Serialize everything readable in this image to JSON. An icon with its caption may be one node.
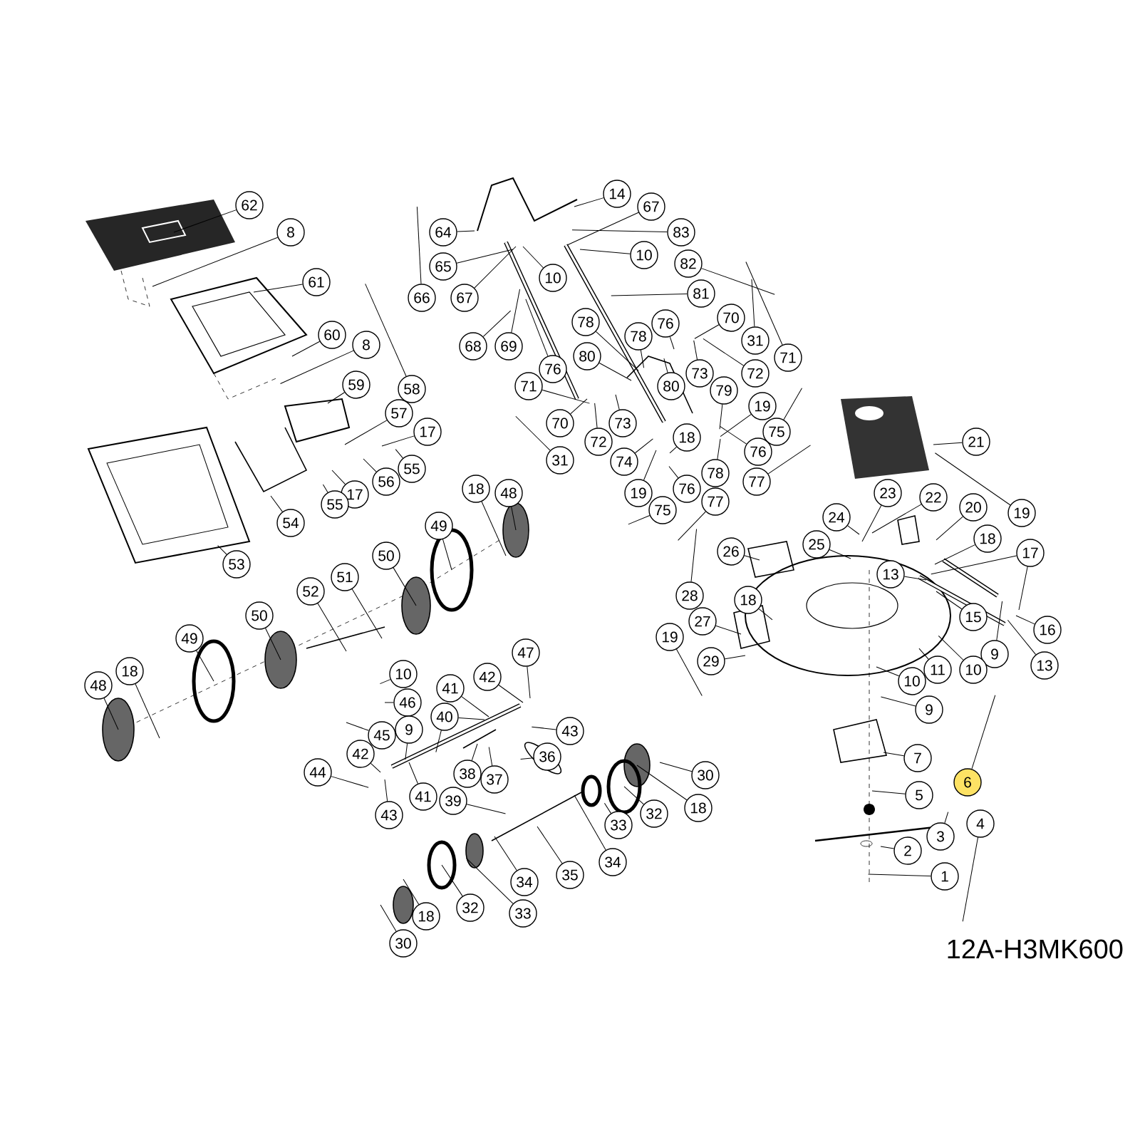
{
  "diagram": {
    "nodes": [
      {
        "text": [
          "62"
        ]
      },
      {
        "text": [
          "8"
        ]
      },
      {
        "text": [
          "14"
        ]
      },
      {
        "text": [
          "67"
        ]
      },
      {
        "text": [
          "83"
        ]
      },
      {
        "text": [
          "10"
        ]
      },
      {
        "text": [
          "64"
        ]
      },
      {
        "text": [
          "65"
        ]
      },
      {
        "text": [
          "66"
        ]
      },
      {
        "text": [
          "67"
        ]
      },
      {
        "text": [
          "10"
        ]
      },
      {
        "text": [
          "61"
        ]
      },
      {
        "text": [
          "82"
        ]
      },
      {
        "text": [
          "81"
        ]
      },
      {
        "text": [
          "78"
        ]
      },
      {
        "text": [
          "70"
        ]
      },
      {
        "text": [
          "76"
        ]
      },
      {
        "text": [
          "60"
        ]
      },
      {
        "text": [
          "78"
        ]
      },
      {
        "text": [
          "31"
        ]
      },
      {
        "text": [
          "8"
        ]
      },
      {
        "text": [
          "68"
        ]
      },
      {
        "text": [
          "69"
        ]
      },
      {
        "text": [
          "80"
        ]
      },
      {
        "text": [
          "71"
        ]
      },
      {
        "text": [
          "76"
        ]
      },
      {
        "text": [
          "73"
        ]
      },
      {
        "text": [
          "72"
        ]
      },
      {
        "text": [
          "59"
        ]
      },
      {
        "text": [
          "58"
        ]
      },
      {
        "text": [
          "80"
        ]
      },
      {
        "text": [
          "71"
        ]
      },
      {
        "text": [
          "79"
        ]
      },
      {
        "text": [
          "19"
        ]
      },
      {
        "text": [
          "57"
        ]
      },
      {
        "text": [
          "70"
        ]
      },
      {
        "text": [
          "73"
        ]
      },
      {
        "text": [
          "17"
        ]
      },
      {
        "text": [
          "75"
        ]
      },
      {
        "text": [
          "18"
        ]
      },
      {
        "text": [
          "72"
        ]
      },
      {
        "text": [
          "21"
        ]
      },
      {
        "text": [
          "76"
        ]
      },
      {
        "text": [
          "31"
        ]
      },
      {
        "text": [
          "74"
        ]
      },
      {
        "text": [
          "55"
        ]
      },
      {
        "text": [
          "78"
        ]
      },
      {
        "text": [
          "56"
        ]
      },
      {
        "text": [
          "77"
        ]
      },
      {
        "text": [
          "76"
        ]
      },
      {
        "text": [
          "18"
        ]
      },
      {
        "text": [
          "23"
        ]
      },
      {
        "text": [
          "17"
        ]
      },
      {
        "text": [
          "19"
        ]
      },
      {
        "text": [
          "48"
        ]
      },
      {
        "text": [
          "22"
        ]
      },
      {
        "text": [
          "77"
        ]
      },
      {
        "text": [
          "55"
        ]
      },
      {
        "text": [
          "20"
        ]
      },
      {
        "text": [
          "75"
        ]
      },
      {
        "text": [
          "19"
        ]
      },
      {
        "text": [
          "24"
        ]
      },
      {
        "text": [
          "54"
        ]
      },
      {
        "text": [
          "49"
        ]
      },
      {
        "text": [
          "18"
        ]
      },
      {
        "text": [
          "25"
        ]
      },
      {
        "text": [
          "26"
        ]
      },
      {
        "text": [
          "17"
        ]
      },
      {
        "text": [
          "50"
        ]
      },
      {
        "text": [
          "53"
        ]
      },
      {
        "text": [
          "13"
        ]
      },
      {
        "text": [
          "51"
        ]
      },
      {
        "text": [
          "52"
        ]
      },
      {
        "text": [
          "28"
        ]
      },
      {
        "text": [
          "18"
        ]
      },
      {
        "text": [
          "50"
        ]
      },
      {
        "text": [
          "15"
        ]
      },
      {
        "text": [
          "27"
        ]
      },
      {
        "text": [
          "16"
        ]
      },
      {
        "text": [
          "19"
        ]
      },
      {
        "text": [
          "49"
        ]
      },
      {
        "text": [
          "9"
        ]
      },
      {
        "text": [
          "47"
        ]
      },
      {
        "text": [
          "29"
        ]
      },
      {
        "text": [
          "13"
        ]
      },
      {
        "text": [
          "10"
        ]
      },
      {
        "text": [
          "11"
        ]
      },
      {
        "text": [
          "18"
        ]
      },
      {
        "text": [
          "10"
        ]
      },
      {
        "text": [
          "42"
        ]
      },
      {
        "text": [
          "10"
        ]
      },
      {
        "text": [
          "48"
        ]
      },
      {
        "text": [
          "41"
        ]
      },
      {
        "text": [
          "46"
        ]
      },
      {
        "text": [
          "9"
        ]
      },
      {
        "text": [
          "40"
        ]
      },
      {
        "text": [
          "9"
        ]
      },
      {
        "text": [
          "43"
        ]
      },
      {
        "text": [
          "45"
        ]
      },
      {
        "text": [
          "42"
        ]
      },
      {
        "text": [
          "7"
        ]
      },
      {
        "text": [
          "36"
        ]
      },
      {
        "text": [
          "44"
        ]
      },
      {
        "text": [
          "38"
        ]
      },
      {
        "text": [
          "30"
        ]
      },
      {
        "text": [
          "37"
        ]
      },
      {
        "text": [
          "6"
        ]
      },
      {
        "text": [
          "5"
        ]
      },
      {
        "text": [
          "41"
        ]
      },
      {
        "text": [
          "39"
        ]
      },
      {
        "text": [
          "18"
        ]
      },
      {
        "text": [
          "32"
        ]
      },
      {
        "text": [
          "43"
        ]
      },
      {
        "text": [
          "4"
        ]
      },
      {
        "text": [
          "33"
        ]
      },
      {
        "text": [
          "3"
        ]
      },
      {
        "text": [
          "2"
        ]
      },
      {
        "text": [
          "34"
        ]
      },
      {
        "text": [
          "35"
        ]
      },
      {
        "text": [
          "1"
        ]
      },
      {
        "text": [
          "34"
        ]
      },
      {
        "text": [
          "32"
        ]
      },
      {
        "text": [
          "33"
        ]
      },
      {
        "text": [
          "18"
        ]
      },
      {
        "text": [
          "30"
        ]
      }
    ],
    "edges": [
      {
        "from": 0,
        "to": null,
        "arrow": "none"
      },
      {
        "from": 1,
        "to": null,
        "arrow": "none"
      },
      {
        "from": 2,
        "to": null,
        "arrow": "none"
      },
      {
        "from": 3,
        "to": null,
        "arrow": "none"
      },
      {
        "from": 4,
        "to": null,
        "arrow": "none"
      },
      {
        "from": 5,
        "to": null,
        "arrow": "none"
      },
      {
        "from": 6,
        "to": null,
        "arrow": "none"
      },
      {
        "from": 7,
        "to": null,
        "arrow": "none"
      },
      {
        "from": 8,
        "to": null,
        "arrow": "none"
      },
      {
        "from": 9,
        "to": null,
        "arrow": "none"
      },
      {
        "from": 10,
        "to": null,
        "arrow": "none"
      },
      {
        "from": 11,
        "to": null,
        "arrow": "none"
      },
      {
        "from": 12,
        "to": null,
        "arrow": "none"
      },
      {
        "from": 13,
        "to": null,
        "arrow": "none"
      },
      {
        "from": 14,
        "to": null,
        "arrow": "none"
      },
      {
        "from": 15,
        "to": null,
        "arrow": "none"
      },
      {
        "from": 16,
        "to": null,
        "arrow": "none"
      },
      {
        "from": 17,
        "to": null,
        "arrow": "none"
      },
      {
        "from": 18,
        "to": null,
        "arrow": "none"
      },
      {
        "from": 19,
        "to": null,
        "arrow": "none"
      },
      {
        "from": 20,
        "to": null,
        "arrow": "none"
      },
      {
        "from": 21,
        "to": null,
        "arrow": "none"
      },
      {
        "from": 22,
        "to": null,
        "arrow": "none"
      },
      {
        "from": 23,
        "to": null,
        "arrow": "none"
      },
      {
        "from": 24,
        "to": null,
        "arrow": "none"
      },
      {
        "from": 25,
        "to": null,
        "arrow": "none"
      },
      {
        "from": 26,
        "to": null,
        "arrow": "none"
      },
      {
        "from": 27,
        "to": null,
        "arrow": "none"
      },
      {
        "from": 28,
        "to": null,
        "arrow": "none"
      },
      {
        "from": 29,
        "to": null,
        "arrow": "none"
      },
      {
        "from": 30,
        "to": null,
        "arrow": "none"
      },
      {
        "from": 31,
        "to": null,
        "arrow": "none"
      },
      {
        "from": 32,
        "to": null,
        "arrow": "none"
      },
      {
        "from": 33,
        "to": null,
        "arrow": "none"
      },
      {
        "from": 34,
        "to": null,
        "arrow": "none"
      },
      {
        "from": 35,
        "to": null,
        "arrow": "none"
      },
      {
        "from": 36,
        "to": null,
        "arrow": "none"
      },
      {
        "from": 37,
        "to": null,
        "arrow": "none"
      },
      {
        "from": 38,
        "to": null,
        "arrow": "none"
      },
      {
        "from": 39,
        "to": null,
        "arrow": "none"
      },
      {
        "from": 40,
        "to": null,
        "arrow": "none"
      },
      {
        "from": 41,
        "to": null,
        "arrow": "none"
      },
      {
        "from": 42,
        "to": null,
        "arrow": "none"
      },
      {
        "from": 43,
        "to": null,
        "arrow": "none"
      },
      {
        "from": 44,
        "to": null,
        "arrow": "none"
      },
      {
        "from": 45,
        "to": null,
        "arrow": "none"
      },
      {
        "from": 46,
        "to": null,
        "arrow": "none"
      },
      {
        "from": 47,
        "to": null,
        "arrow": "none"
      },
      {
        "from": 48,
        "to": null,
        "arrow": "none"
      },
      {
        "from": 49,
        "to": null,
        "arrow": "none"
      },
      {
        "from": 50,
        "to": null,
        "arrow": "none"
      },
      {
        "from": 51,
        "to": null,
        "arrow": "none"
      },
      {
        "from": 52,
        "to": null,
        "arrow": "none"
      },
      {
        "from": 53,
        "to": null,
        "arrow": "none"
      },
      {
        "from": 54,
        "to": null,
        "arrow": "none"
      },
      {
        "from": 55,
        "to": null,
        "arrow": "none"
      },
      {
        "from": 56,
        "to": null,
        "arrow": "none"
      },
      {
        "from": 57,
        "to": null,
        "arrow": "none"
      },
      {
        "from": 58,
        "to": null,
        "arrow": "none"
      },
      {
        "from": 59,
        "to": null,
        "arrow": "none"
      },
      {
        "from": 60,
        "to": null,
        "arrow": "none"
      },
      {
        "from": 61,
        "to": null,
        "arrow": "none"
      },
      {
        "from": 62,
        "to": null,
        "arrow": "none"
      },
      {
        "from": 63,
        "to": null,
        "arrow": "none"
      },
      {
        "from": 64,
        "to": null,
        "arrow": "none"
      },
      {
        "from": 65,
        "to": null,
        "arrow": "none"
      },
      {
        "from": 66,
        "to": null,
        "arrow": "none"
      },
      {
        "from": 67,
        "to": null,
        "arrow": "none"
      },
      {
        "from": 67,
        "to": null,
        "arrow": "none"
      },
      {
        "from": 68,
        "to": null,
        "arrow": "none"
      },
      {
        "from": 69,
        "to": null,
        "arrow": "none"
      },
      {
        "from": 70,
        "to": null,
        "arrow": "none"
      },
      {
        "from": 71,
        "to": null,
        "arrow": "none"
      },
      {
        "from": 72,
        "to": null,
        "arrow": "none"
      },
      {
        "from": 73,
        "to": null,
        "arrow": "none"
      },
      {
        "from": 74,
        "to": null,
        "arrow": "none"
      },
      {
        "from": 75,
        "to": null,
        "arrow": "none"
      },
      {
        "from": 76,
        "to": null,
        "arrow": "none"
      },
      {
        "from": 77,
        "to": null,
        "arrow": "none"
      },
      {
        "from": 78,
        "to": null,
        "arrow": "none"
      },
      {
        "from": 79,
        "to": null,
        "arrow": "none"
      },
      {
        "from": 80,
        "to": null,
        "arrow": "none"
      },
      {
        "from": 81,
        "to": null,
        "arrow": "none"
      },
      {
        "from": 82,
        "to": null,
        "arrow": "none"
      },
      {
        "from": 83,
        "to": null,
        "arrow": "none"
      },
      {
        "from": 84,
        "to": null,
        "arrow": "none"
      },
      {
        "from": 85,
        "to": null,
        "arrow": "none"
      },
      {
        "from": 86,
        "to": null,
        "arrow": "none"
      },
      {
        "from": 87,
        "to": null,
        "arrow": "none"
      },
      {
        "from": 88,
        "to": null,
        "arrow": "none"
      },
      {
        "from": 89,
        "to": null,
        "arrow": "none"
      },
      {
        "from": 90,
        "to": null,
        "arrow": "none"
      },
      {
        "from": 91,
        "to": null,
        "arrow": "none"
      },
      {
        "from": 92,
        "to": null,
        "arrow": "none"
      },
      {
        "from": 93,
        "to": null,
        "arrow": "none"
      },
      {
        "from": 94,
        "to": null,
        "arrow": "none"
      },
      {
        "from": 95,
        "to": null,
        "arrow": "none"
      },
      {
        "from": 95,
        "to": null,
        "arrow": "none"
      },
      {
        "from": 96,
        "to": null,
        "arrow": "none"
      },
      {
        "from": 97,
        "to": null,
        "arrow": "none"
      },
      {
        "from": 98,
        "to": null,
        "arrow": "none"
      },
      {
        "from": 99,
        "to": null,
        "arrow": "none"
      },
      {
        "from": 100,
        "to": null,
        "arrow": "none"
      },
      {
        "from": 101,
        "to": null,
        "arrow": "none"
      },
      {
        "from": 102,
        "to": null,
        "arrow": "none"
      },
      {
        "from": 103,
        "to": null,
        "arrow": "none"
      },
      {
        "from": 104,
        "to": null,
        "arrow": "none"
      },
      {
        "from": 105,
        "to": null,
        "arrow": "none"
      },
      {
        "from": 106,
        "to": null,
        "arrow": "none"
      },
      {
        "from": 107,
        "to": null,
        "arrow": "none"
      },
      {
        "from": 108,
        "to": null,
        "arrow": "none"
      },
      {
        "from": 109,
        "to": null,
        "arrow": "none"
      },
      {
        "from": 110,
        "to": null,
        "arrow": "none"
      },
      {
        "from": 111,
        "to": null,
        "arrow": "none"
      },
      {
        "from": 112,
        "to": null,
        "arrow": "none"
      },
      {
        "from": 113,
        "to": null,
        "arrow": "none"
      },
      {
        "from": 114,
        "to": null,
        "arrow": "none"
      },
      {
        "from": 115,
        "to": null,
        "arrow": "none"
      },
      {
        "from": 116,
        "to": null,
        "arrow": "none"
      },
      {
        "from": 117,
        "to": null,
        "arrow": "none"
      },
      {
        "from": 118,
        "to": null,
        "arrow": "none"
      },
      {
        "from": 119,
        "to": null,
        "arrow": "none"
      },
      {
        "from": 120,
        "to": null,
        "arrow": "none"
      },
      {
        "from": 121,
        "to": null,
        "arrow": "none"
      },
      {
        "from": 122,
        "to": null,
        "arrow": "none"
      },
      {
        "from": 123,
        "to": null,
        "arrow": "none"
      },
      {
        "from": 124,
        "to": null,
        "arrow": "none"
      }
    ],
    "labels": [
      "12A-H3MK600"
    ]
  }
}
